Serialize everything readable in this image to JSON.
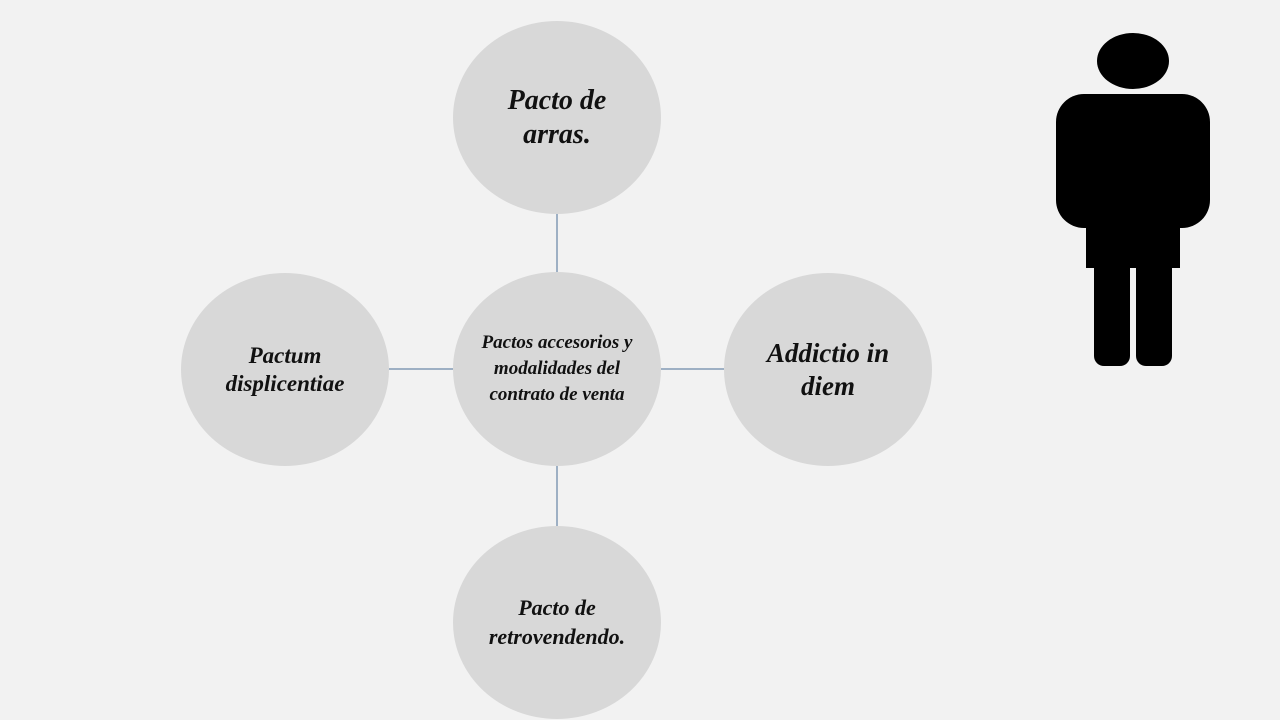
{
  "diagram": {
    "center": {
      "label": "Pactos accesorios y modalidades del contrato de venta"
    },
    "nodes": {
      "top": {
        "label": "Pacto de arras."
      },
      "right": {
        "label": "Addictio in diem"
      },
      "bottom": {
        "label": "Pacto de retrovendendo."
      },
      "left": {
        "label": "Pactum displicentiae"
      }
    }
  },
  "colors": {
    "background": "#f2f2f2",
    "node_fill": "#d8d8d8",
    "connector": "#4a6f96",
    "figure": "#000000"
  },
  "icons": {
    "person": "person-silhouette-icon"
  }
}
